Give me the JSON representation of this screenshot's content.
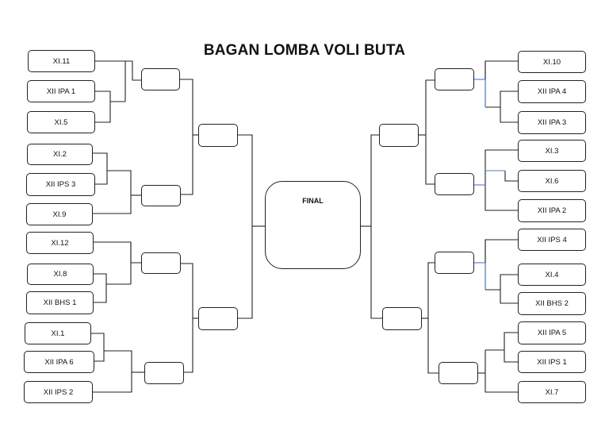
{
  "title": "BAGAN LOMBA VOLI BUTA",
  "final": {
    "label": "FINAL"
  },
  "left_teams": [
    "XI.11",
    "XII IPA  1",
    "XI.5",
    "XI.2",
    "XII IPS 3",
    "XI.9",
    "XI.12",
    "XI.8",
    "XII BHS 1",
    "XI.1",
    "XII IPA 6",
    "XII IPS 2"
  ],
  "right_teams": [
    "XI.10",
    "XII IPA 4",
    "XII IPA 3",
    "XI.3",
    "XI.6",
    "XII IPA 2",
    "XII IPS 4",
    "XI.4",
    "XII BHS 2",
    "XII IPA 5",
    "XII IPS 1",
    "XI.7"
  ],
  "colors": {
    "line": "#222222",
    "accent_line": "#4a7fc1"
  }
}
